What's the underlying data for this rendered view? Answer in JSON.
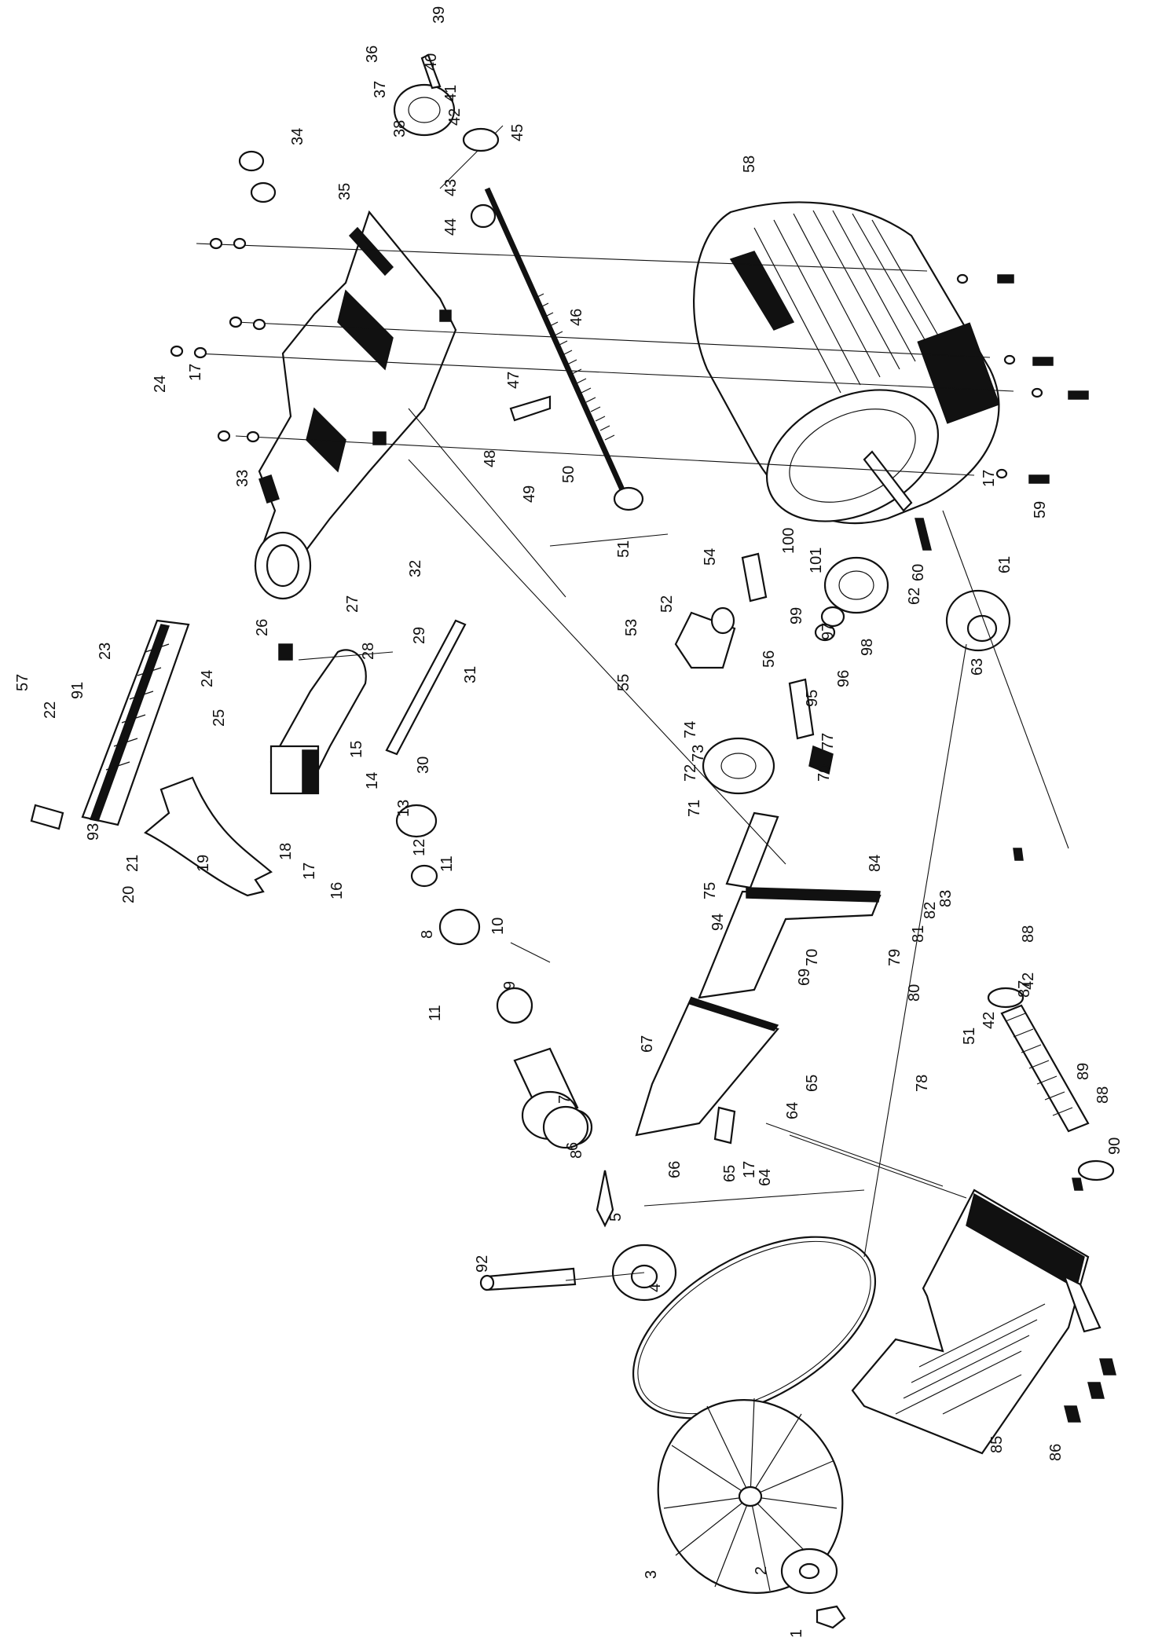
{
  "callouts": [
    "1",
    "2",
    "3",
    "4",
    "5",
    "6",
    "7",
    "8",
    "9",
    "10",
    "11",
    "12",
    "13",
    "14",
    "15",
    "16",
    "17",
    "18",
    "19",
    "20",
    "21",
    "22",
    "23",
    "24",
    "25",
    "26",
    "27",
    "28",
    "29",
    "30",
    "31",
    "32",
    "33",
    "34",
    "35",
    "36",
    "37",
    "38",
    "39",
    "40",
    "41",
    "42",
    "43",
    "44",
    "45",
    "46",
    "47",
    "48",
    "49",
    "50",
    "51",
    "52",
    "53",
    "54",
    "55",
    "56",
    "57",
    "58",
    "59",
    "60",
    "61",
    "62",
    "63",
    "64",
    "65",
    "66",
    "67",
    "69",
    "70",
    "71",
    "72",
    "73",
    "74",
    "75",
    "76",
    "77",
    "78",
    "79",
    "80",
    "81",
    "82",
    "83",
    "84",
    "85",
    "86",
    "87",
    "88",
    "89",
    "90",
    "91",
    "92",
    "93",
    "94",
    "95",
    "96",
    "97",
    "98",
    "99",
    "100",
    "101"
  ],
  "colors": {
    "ink": "#111111",
    "paper": "#ffffff"
  }
}
